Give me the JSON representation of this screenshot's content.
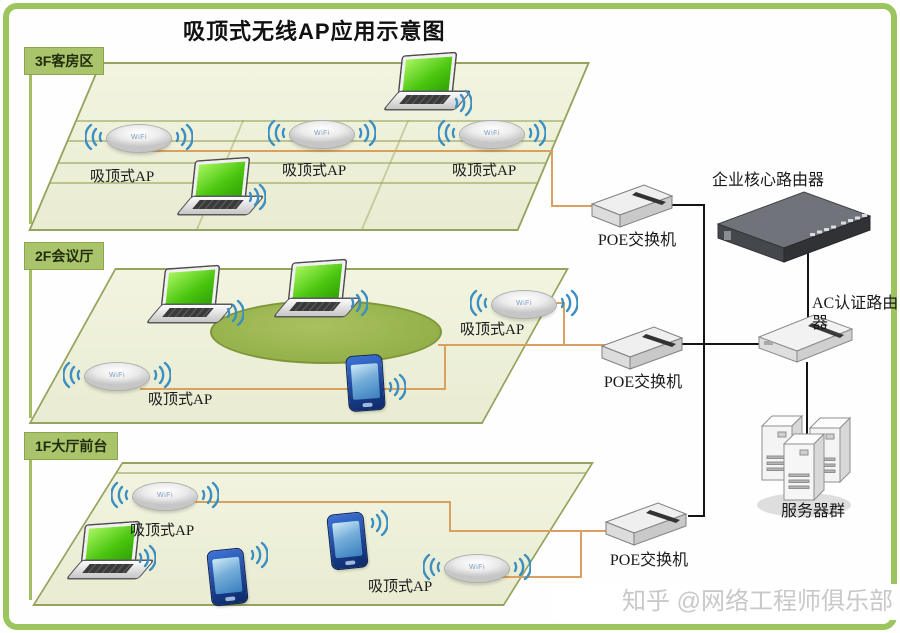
{
  "title": "吸顶式无线AP应用示意图",
  "floors": [
    {
      "label": "3F客房区"
    },
    {
      "label": "2F会议厅"
    },
    {
      "label": "1F大厅前台"
    }
  ],
  "labels": {
    "ap": "吸顶式AP",
    "poe": "POE交换机",
    "core_router": "企业核心路由器",
    "ac_router_line1": "AC认证路由",
    "ac_router_line2": "器",
    "servers": "服务器群",
    "wifi": "WiFi"
  },
  "watermark": "知乎 @网络工程师俱乐部",
  "colors": {
    "border_green": "#9cc55e",
    "floor_fill": "#eff1dc",
    "badge_green": "#a9c46a",
    "table_green": "#94ad45",
    "wave_blue": "#3b8fc2",
    "cable_orange": "#d9a05f",
    "line_black": "#151515"
  }
}
